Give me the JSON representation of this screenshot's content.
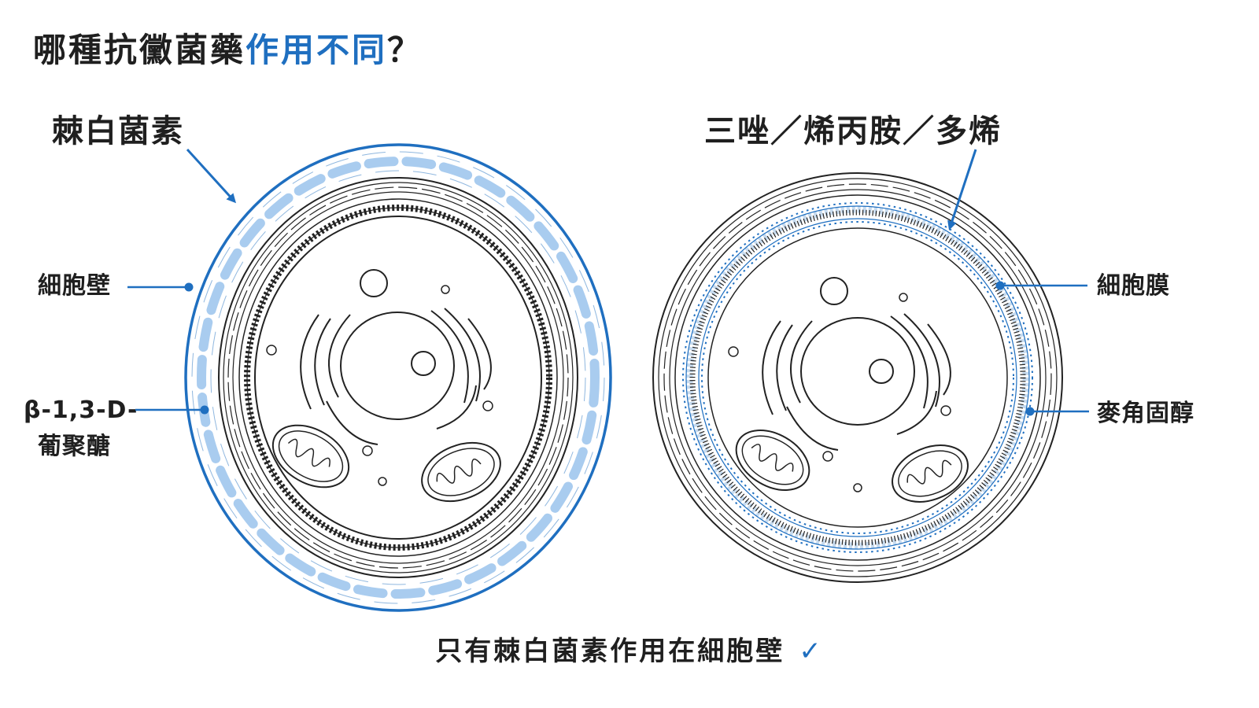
{
  "title": {
    "prefix": "哪種抗黴菌藥",
    "highlight": "作用不同",
    "suffix": "？"
  },
  "left_cell": {
    "drug": "棘白菌素",
    "label_wall": "細胞壁",
    "label_glucan_line1": "β-1,3-D-",
    "label_glucan_line2": "葡聚醣"
  },
  "right_cell": {
    "drug": "三唑／烯丙胺／多烯",
    "label_membrane": "細胞膜",
    "label_ergosterol": "麥角固醇"
  },
  "footer": {
    "text": "只有棘白菌素作用在細胞壁",
    "check": "✓"
  },
  "colors": {
    "accent": "#1f6fc0",
    "accent_light": "#a9ccef",
    "ink": "#1f1f1f"
  }
}
